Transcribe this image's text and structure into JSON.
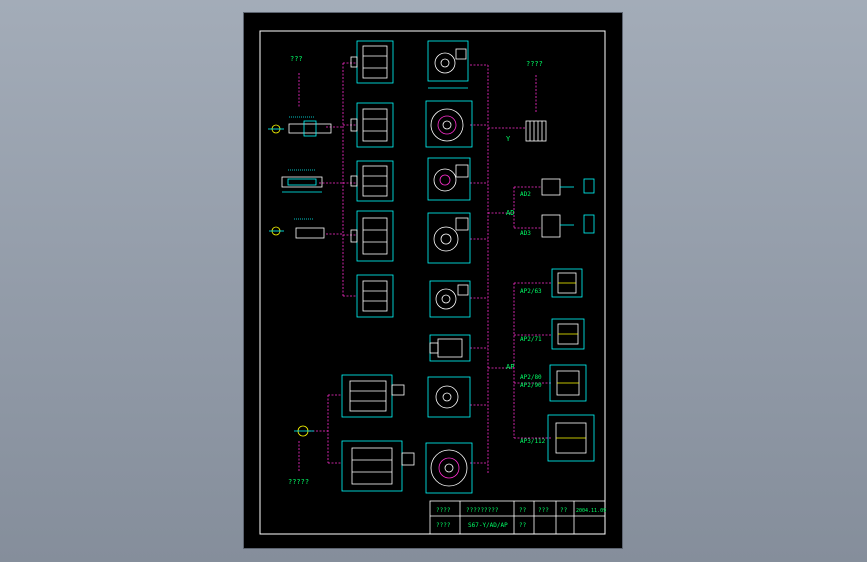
{
  "colors": {
    "sheet": "#000000",
    "frame": "#ffffff",
    "part": "#ffffff",
    "dim": "#00ffff",
    "hidden": "#ff2fd0",
    "label": "#00ff66",
    "accent": "#ffff00"
  },
  "labels": {
    "top_left_note": "???",
    "top_right_note": "????",
    "bottom_left_note": "?????",
    "branch_y": "Y",
    "branch_ad": "AD",
    "branch_ap": "AP",
    "motor_ad2": "AD2",
    "motor_ad3": "AD3",
    "motor_ap2_63": "AP2/63",
    "motor_ap2_71": "AP2/71",
    "motor_ap2_80": "AP2/80",
    "motor_ap2_90": "AP2/90",
    "motor_ap3_112": "AP3/112"
  },
  "title_block": {
    "r1c1": "????",
    "r1c2": "?????????",
    "r1c3": "??",
    "r1c4": "???",
    "r1c5": "??",
    "r1c6": "2004.11.09",
    "r2c1": "????",
    "r2c2": "S67-Y/AD/AP",
    "r2c3": "??"
  }
}
